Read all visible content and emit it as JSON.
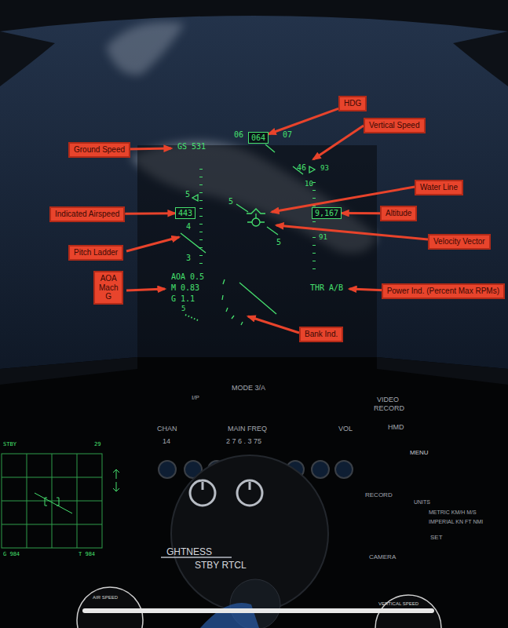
{
  "diagram": {
    "nodes": [
      {
        "text": [
          "HDG"
        ]
      },
      {
        "text": [
          "064"
        ]
      },
      {
        "text": [
          "Vertical Speed"
        ]
      },
      {
        "text": [
          "Ground Speed"
        ]
      },
      {
        "text": [
          "Water Line"
        ]
      },
      {
        "text": [
          "Indicated Airspeed"
        ]
      },
      {
        "text": [
          "443"
        ]
      },
      {
        "text": [
          "9,167"
        ]
      },
      {
        "text": [
          "Altitude"
        ]
      },
      {
        "text": [
          "Pitch Ladder"
        ]
      },
      {
        "text": [
          "Velocity Vector"
        ]
      },
      {
        "text": [
          "AOA Mach G"
        ]
      },
      {
        "text": [
          "Power Ind. (Percent Max RPMs)"
        ]
      },
      {
        "text": [
          "Bank Ind."
        ]
      }
    ],
    "edges": [
      {
        "from": 0,
        "to": 1,
        "arrow": "to"
      },
      {
        "from": 5,
        "to": 6,
        "arrow": "to"
      },
      {
        "from": 8,
        "to": 7,
        "arrow": "to"
      }
    ],
    "labels": [
      "06",
      "07",
      "10",
      "GS 531",
      "46",
      "93",
      "10",
      "5",
      "5",
      "4",
      "91",
      "5",
      "3",
      "AOA 0.5",
      "M 0.83",
      "G 1.1",
      "5",
      "THR A/B",
      "MODE 3/A",
      "I/P",
      "VIDEO",
      "RECORD",
      "CHAN",
      "MAIN FREQ",
      "VOL",
      "HMD",
      "14",
      "2 7 6 . 3 75",
      "STBY",
      "29",
      "MENU",
      "RECORD",
      "UNITS",
      "METRIC KM/H M/S",
      "IMPERIAL KN FT NMI",
      "SET",
      "G 984",
      "T 984",
      "GHTNESS",
      "STBY RTCL",
      "CAMERA",
      "AIR SPEED",
      "VERTICAL SPEED"
    ]
  }
}
